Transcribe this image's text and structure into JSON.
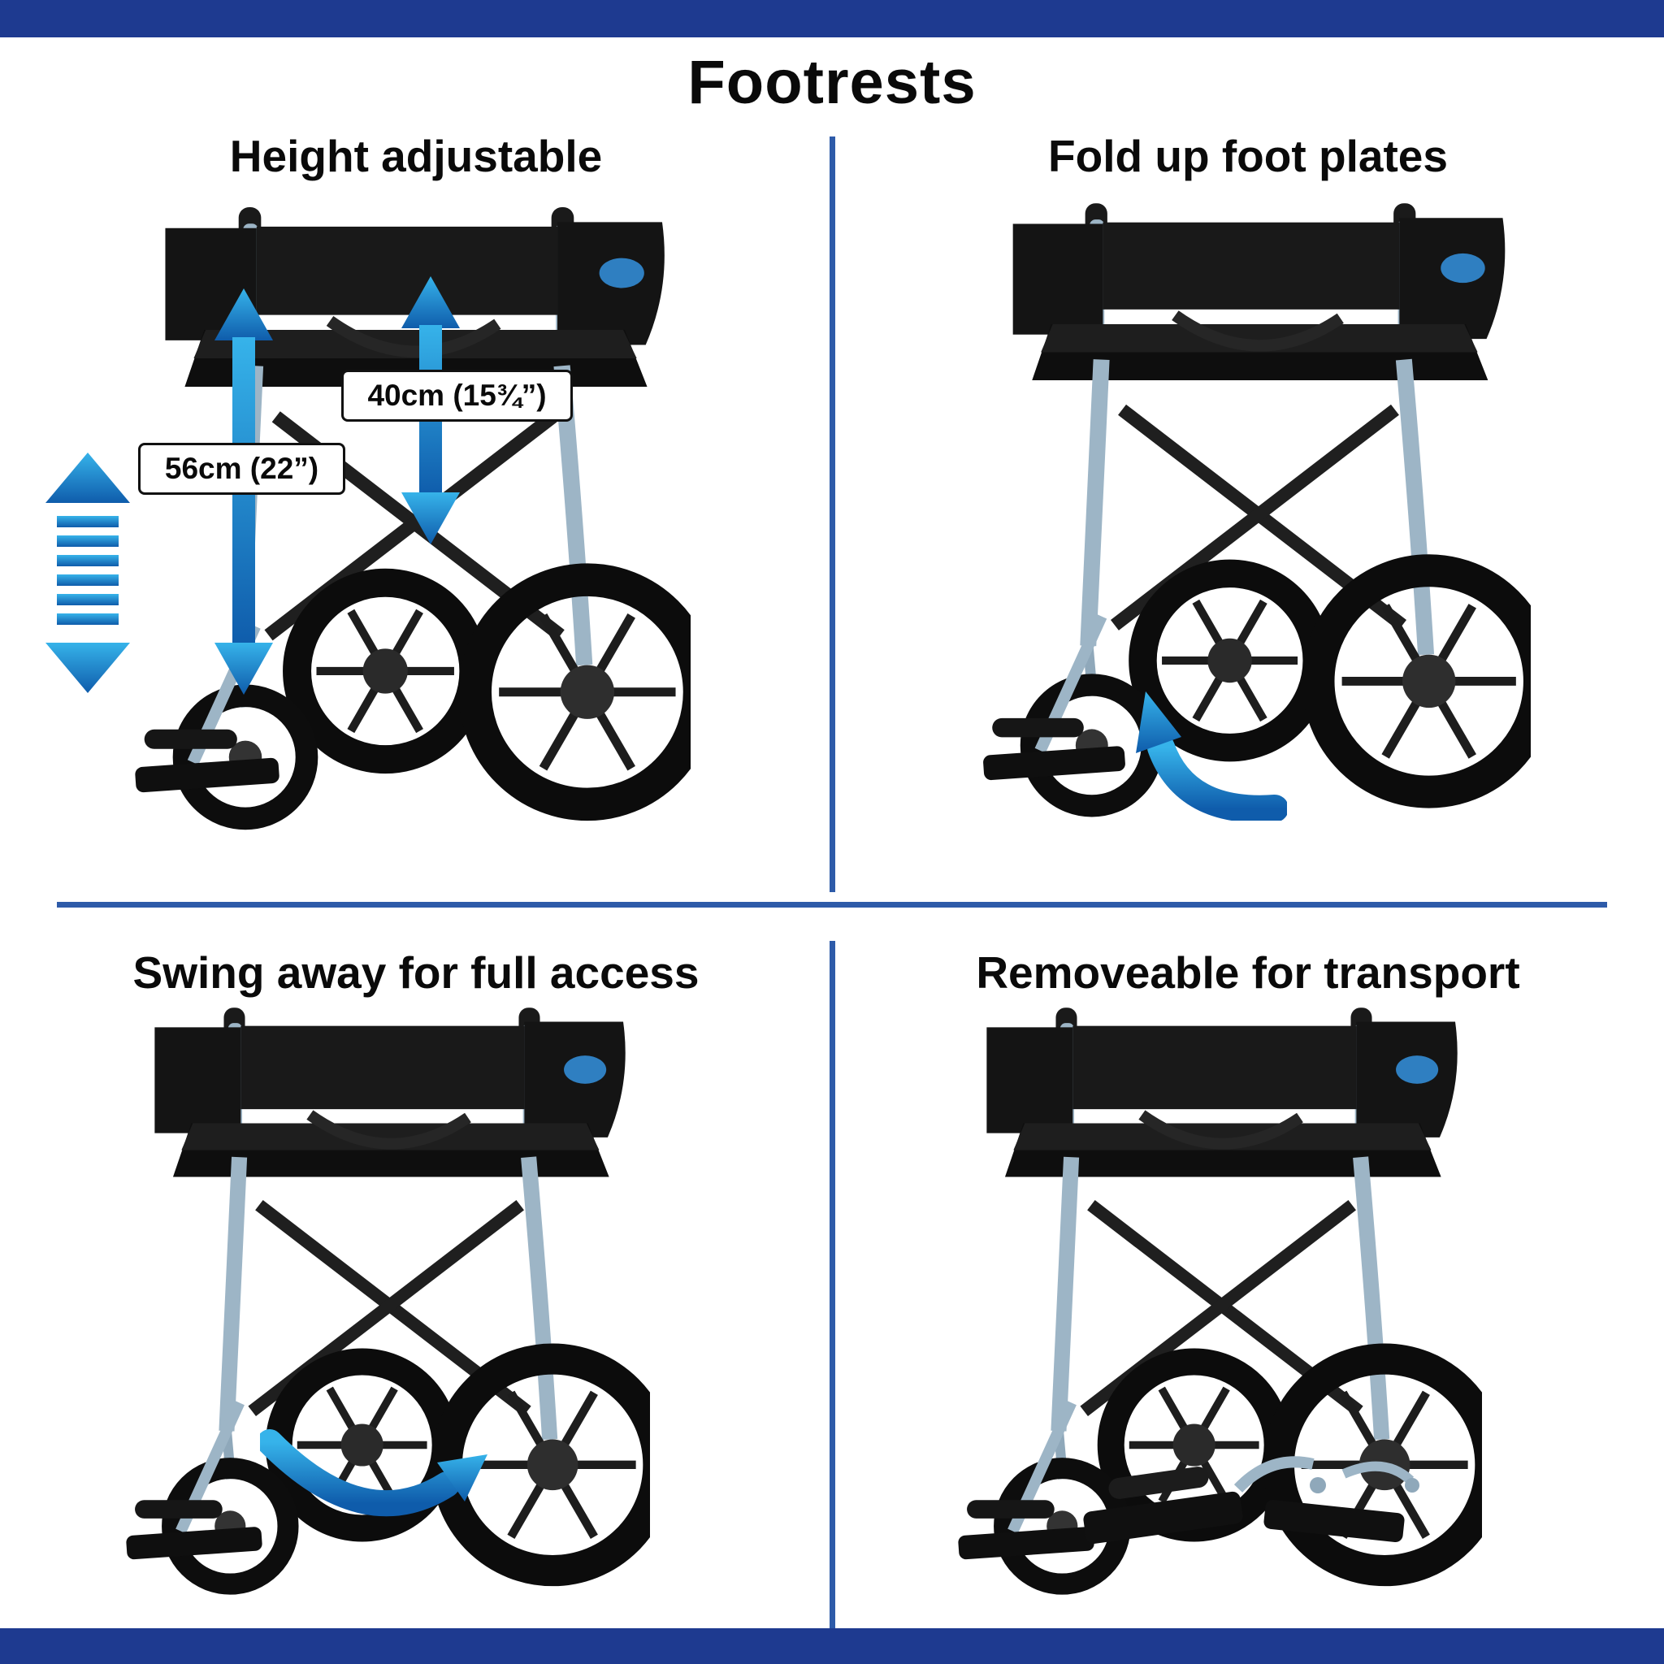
{
  "page": {
    "title": "Footrests"
  },
  "panels": [
    {
      "title": "Height adjustable",
      "measurements": {
        "outer": "56cm (22”)",
        "inner": "40cm (15¾”)"
      }
    },
    {
      "title": "Fold up foot plates"
    },
    {
      "title": "Swing away for full access"
    },
    {
      "title": "Removeable for transport"
    }
  ],
  "icons": {
    "height_range_indicator": "up-down-arrows-with-adjustment-steps",
    "measure_arrow_outer": "vertical-double-headed-arrow",
    "measure_arrow_inner": "vertical-double-headed-arrow",
    "fold_arrow": "curved-arrow-up",
    "swing_arrow": "curved-arrow-right",
    "removed_footrests": "detached-footrest-parts"
  },
  "colors": {
    "header_bar": "#1e3a90",
    "divider": "#2e5ba9",
    "arrow_gradient_top": "#36b3ea",
    "arrow_gradient_bottom": "#0f5cab",
    "text": "#0a0a0a",
    "background": "#ffffff",
    "frame": "#9db5c6",
    "upholstery": "#111111"
  }
}
